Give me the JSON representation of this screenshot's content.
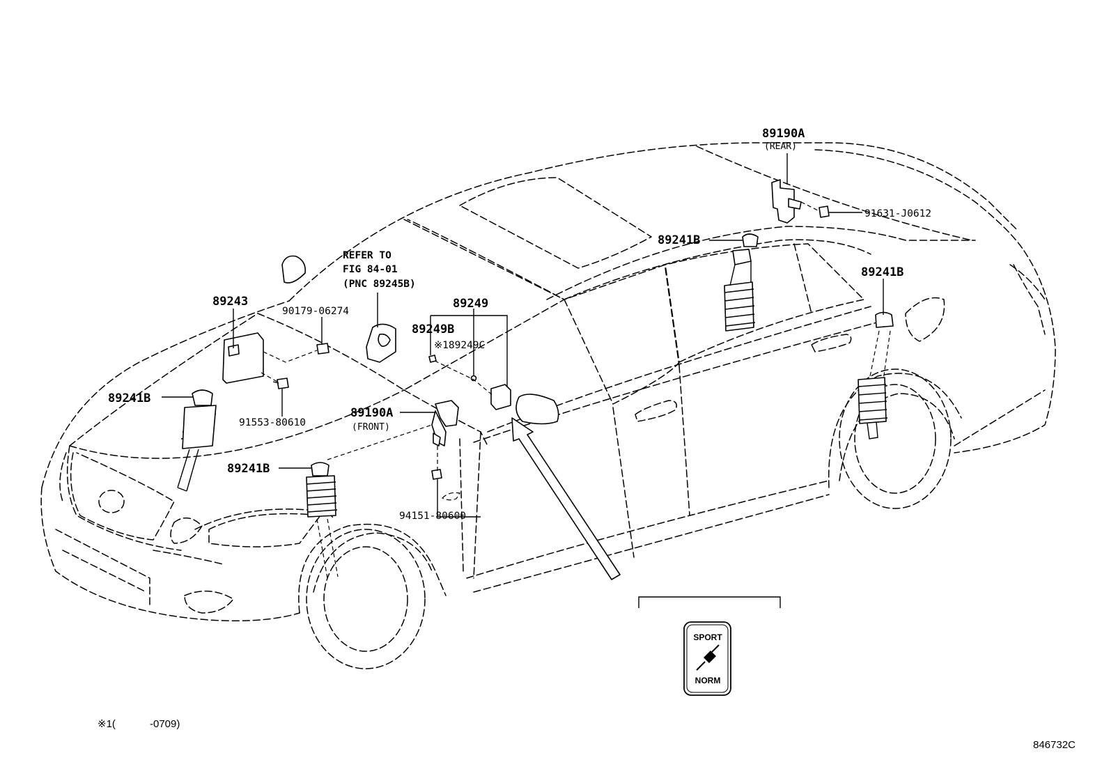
{
  "labels": {
    "p89190a_rear": "89190A",
    "p89190a_rear_sub": "(REAR)",
    "p91631": "91631-J0612",
    "p89241b_roof": "89241B",
    "p89241b_rear": "89241B",
    "refer_line1": "REFER TO",
    "refer_line2": "FIG 84-01",
    "refer_line3": "(PNC 89245B)",
    "p89243": "89243",
    "p90179": "90179-06274",
    "p89249": "89249",
    "p89249b": "89249B",
    "p89249c": "※189249C",
    "p89241b_front_left": "89241B",
    "p91553": "91553-80610",
    "p89190a_front": "89190A",
    "p89190a_front_sub": "(FRONT)",
    "p89241b_front": "89241B",
    "p94151": "94151-80600"
  },
  "switch": {
    "top_label": "SPORT",
    "bottom_label": "NORM"
  },
  "footnote": {
    "mark": "※1(",
    "range": "-0709)"
  },
  "figure_code": "846732C"
}
